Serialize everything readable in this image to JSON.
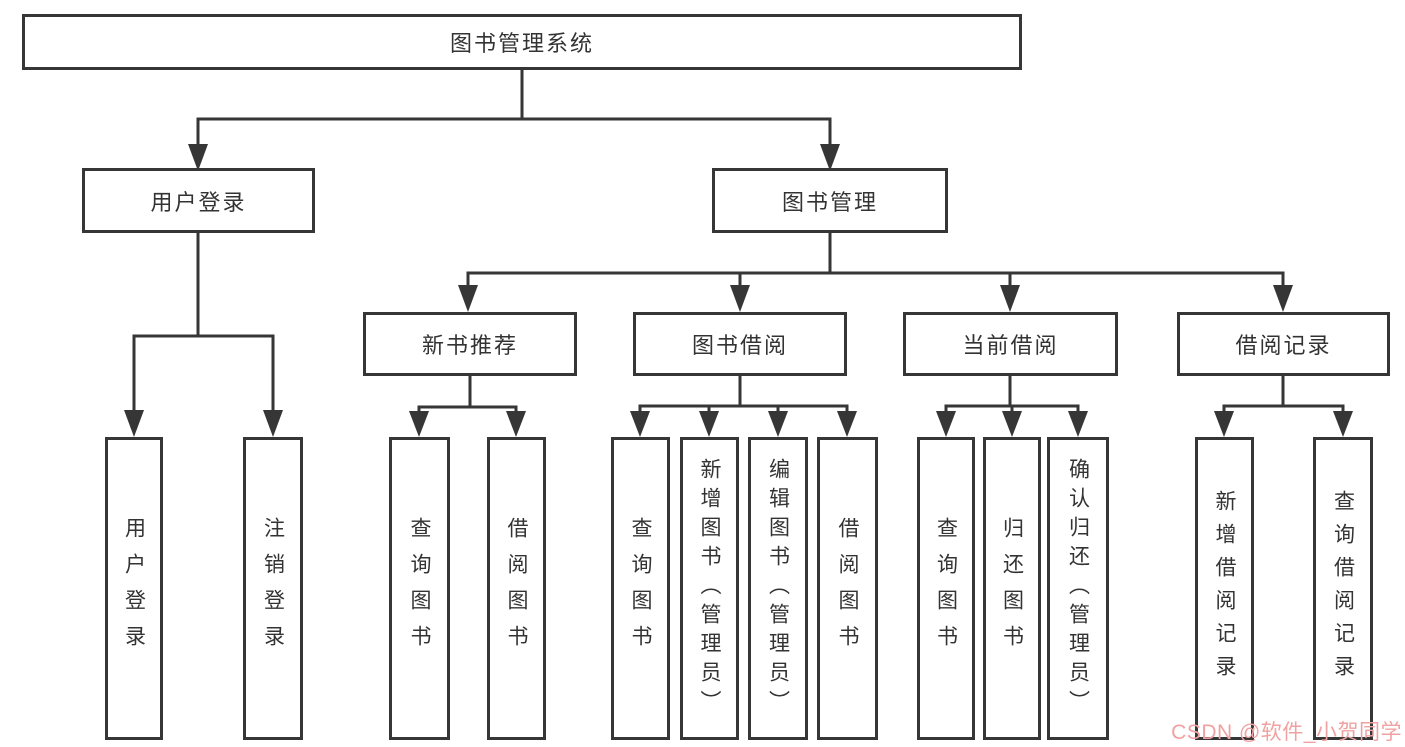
{
  "diagram": {
    "nodes": {
      "root": "图书管理系统",
      "user_login": "用户登录",
      "book_mgmt": "图书管理",
      "new_book": "新书推荐",
      "book_borrow": "图书借阅",
      "current_borrow": "当前借阅",
      "borrow_record": "借阅记录",
      "leaf_user_login": "用户登录",
      "leaf_logout": "注销登录",
      "leaf_nb_query": "查询图书",
      "leaf_nb_borrow": "借阅图书",
      "leaf_bb_query": "查询图书",
      "leaf_bb_add": "新增图书（管理员）",
      "leaf_bb_edit": "编辑图书（管理员）",
      "leaf_bb_borrow": "借阅图书",
      "leaf_cb_query": "查询图书",
      "leaf_cb_return": "归还图书",
      "leaf_cb_confirm": "确认归还（管理员）",
      "leaf_br_add": "新增借阅记录",
      "leaf_br_query": "查询借阅记录"
    },
    "watermark": "CSDN @软件_小贺同学",
    "colors": {
      "line": "#363636",
      "text": "#333333",
      "node_bg": "#ffffff",
      "watermark": "#f0a2a2",
      "background": "#ffffff"
    }
  }
}
